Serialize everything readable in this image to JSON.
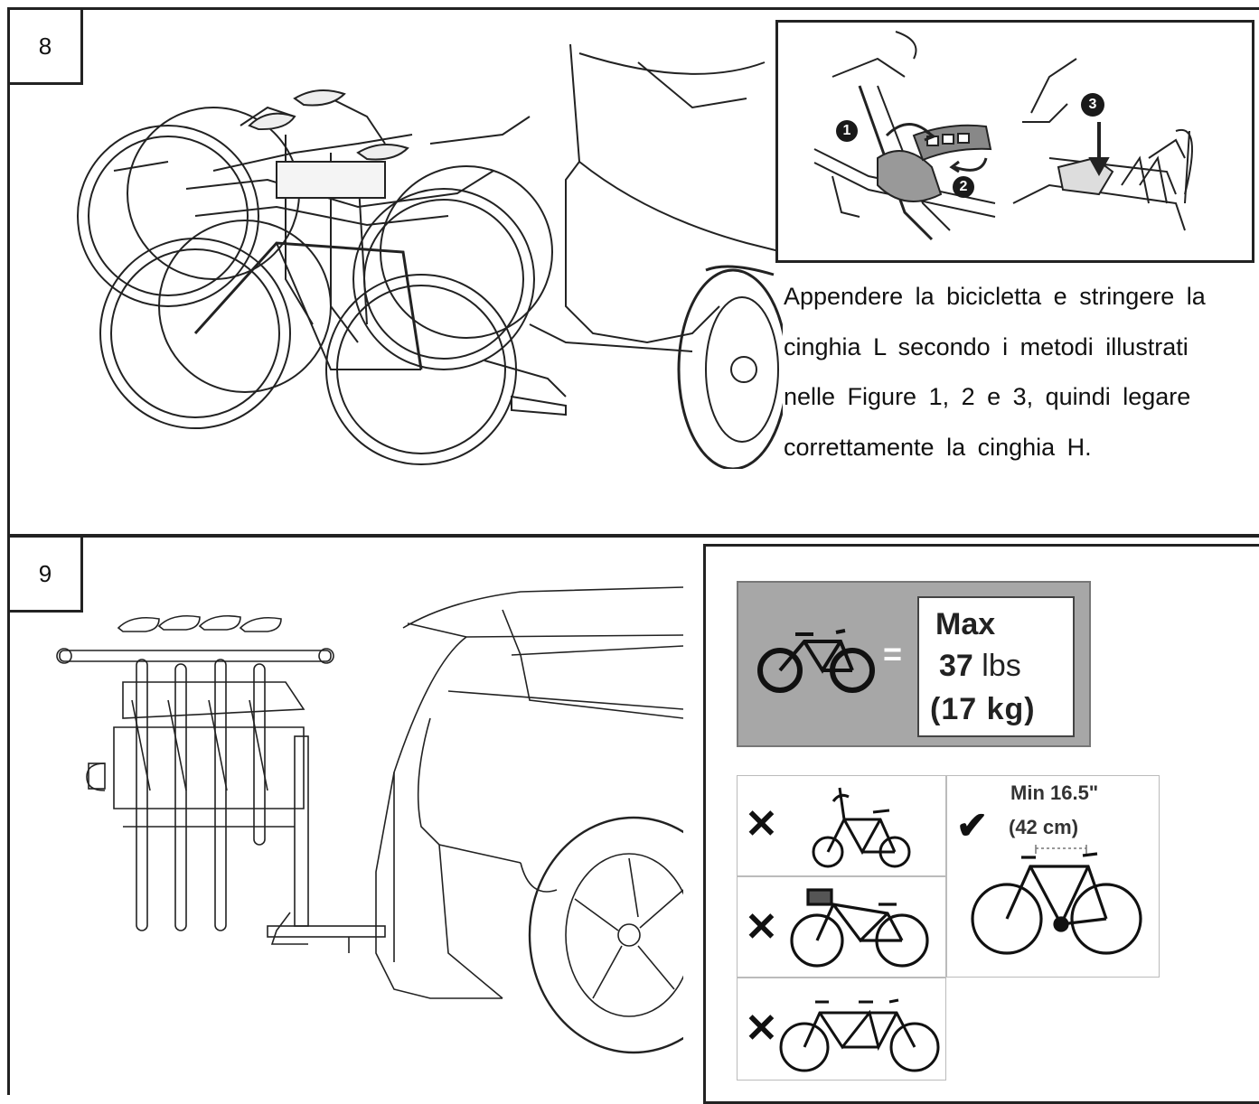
{
  "step8": {
    "number": "8",
    "callouts": [
      "1",
      "2",
      "3"
    ],
    "instruction_lines": [
      "Appendere la bicicletta e stringere la",
      "cinghia L secondo i metodi illustrati",
      "nelle Figure 1, 2 e 3, quindi legare",
      "correttamente la cinghia H."
    ]
  },
  "step9": {
    "number": "9",
    "max": {
      "line1": "Max",
      "value": "37",
      "unit": "lbs",
      "metric": "(17 kg)"
    },
    "equals": "=",
    "min": {
      "line1": "Min 16.5\"",
      "line2": "(42 cm)"
    },
    "disallowed_icons": [
      "folding-bike-icon",
      "basket-bike-icon",
      "tandem-bike-icon"
    ],
    "allowed_icon": "standard-bike-icon"
  }
}
